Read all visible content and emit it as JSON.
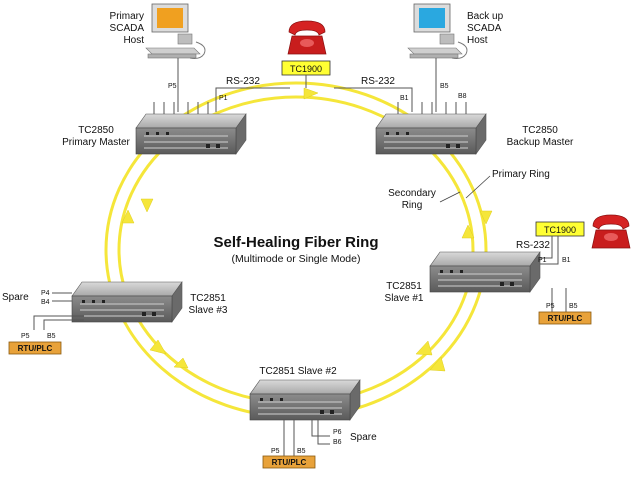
{
  "diagram": {
    "title": "Self-Healing Fiber Ring",
    "subtitle": "(Multimode or Single Mode)",
    "hosts": {
      "primary": [
        "Primary",
        "SCADA",
        "Host"
      ],
      "backup": [
        "Back up",
        "SCADA",
        "Host"
      ]
    },
    "nodes": {
      "primary_master": [
        "TC2850",
        "Primary Master"
      ],
      "backup_master": [
        "TC2850",
        "Backup Master"
      ],
      "slave1": [
        "TC2851",
        "Slave #1"
      ],
      "slave2": "TC2851 Slave #2",
      "slave3": [
        "TC2851",
        "Slave #3"
      ]
    },
    "links": {
      "rs232_left": "RS-232",
      "rs232_right": "RS-232",
      "rs232_slave1": "RS-232"
    },
    "ports": {
      "p5_host": "P5",
      "p1_top": "P1",
      "b1_top": "B1",
      "b5_host": "B5",
      "b8_host": "B8",
      "p1_s1": "P1",
      "b1_s1": "B1",
      "p5_s1": "P5",
      "b5_s1": "B5",
      "p4_s3": "P4",
      "b4_s3": "B4",
      "p5_s3": "P5",
      "b5_s3": "B5",
      "p6_s2": "P6",
      "b6_s2": "B6",
      "p5_s2": "P5",
      "b5_s2": "B5"
    },
    "tc1900_top": "TC1900",
    "tc1900_right": "TC1900",
    "rtu_s1": "RTU/PLC",
    "rtu_s3": "RTU/PLC",
    "rtu_s2": "RTU/PLC",
    "spare_s3": "Spare",
    "spare_s2": "Spare",
    "primary_ring": "Primary Ring",
    "secondary_ring": [
      "Secondary",
      "Ring"
    ],
    "colors": {
      "ring": "#f5e63a",
      "tc1900": "#ffff33",
      "rtu": "#e8a23a",
      "phone": "#d52222"
    }
  }
}
